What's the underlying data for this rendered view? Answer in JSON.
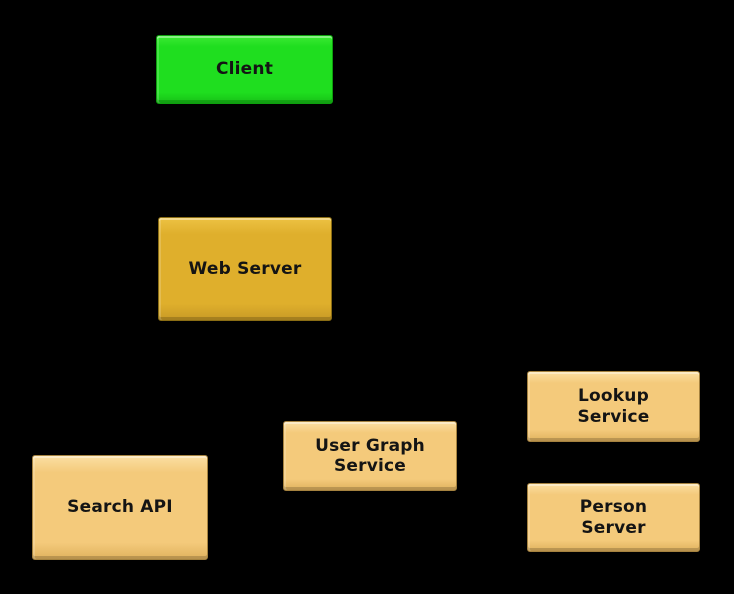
{
  "diagram": {
    "background_color": "#000000",
    "text_color": "#141414",
    "nodes": [
      {
        "id": "client",
        "label": "Client",
        "fill": "#1FDE1F",
        "fill_top": "#3BEA33",
        "fill_bottom": "#17C117",
        "border": "#0DA00D"
      },
      {
        "id": "web-server",
        "label": "Web Server",
        "fill": "#DFAF2C",
        "fill_top": "#EDC243",
        "fill_bottom": "#C89A26",
        "border": "#8A6D14"
      },
      {
        "id": "search-api",
        "label": "Search API",
        "fill": "#F4CA7B",
        "fill_top": "#FBDFA2",
        "fill_bottom": "#E0B25E",
        "border": "#A5823F"
      },
      {
        "id": "user-graph-service",
        "label": "User Graph\nService",
        "fill": "#F4CA7B",
        "fill_top": "#FBDFA2",
        "fill_bottom": "#E0B25E",
        "border": "#A5823F"
      },
      {
        "id": "lookup-service",
        "label": "Lookup\nService",
        "fill": "#F4CA7B",
        "fill_top": "#FBDFA2",
        "fill_bottom": "#E0B25E",
        "border": "#A5823F"
      },
      {
        "id": "person-server",
        "label": "Person\nServer",
        "fill": "#F4CA7B",
        "fill_top": "#FBDFA2",
        "fill_bottom": "#E0B25E",
        "border": "#A5823F"
      }
    ]
  }
}
